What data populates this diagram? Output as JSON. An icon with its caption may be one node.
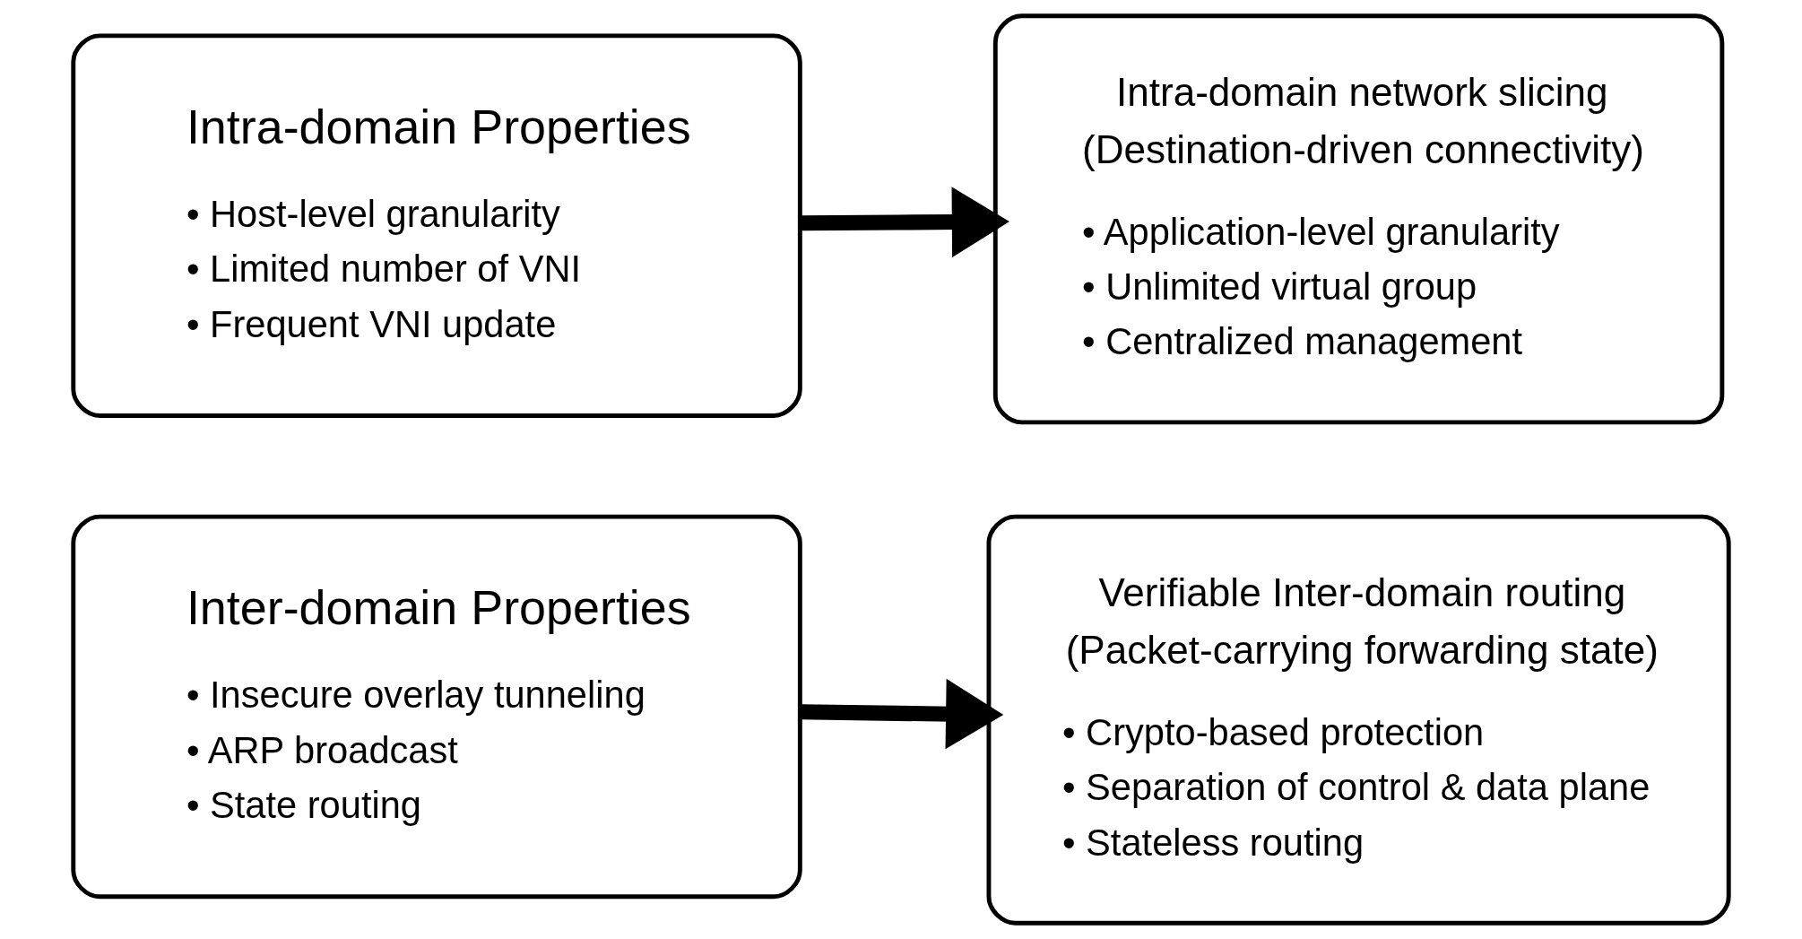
{
  "diagram": {
    "nodes": [
      {
        "text": [
          "Intra-domain Properties",
          "• Host-level granularity",
          "• Limited number of VNI",
          "• Frequent VNI update"
        ]
      },
      {
        "text": [
          "Intra-domain network slicing",
          "(Destination-driven connectivity)",
          "• Application-level granularity",
          "• Unlimited virtual group",
          "• Centralized management"
        ]
      },
      {
        "text": [
          "Inter-domain Properties",
          "• Insecure overlay tunneling",
          "• ARP broadcast",
          "• State routing"
        ]
      },
      {
        "text": [
          "Verifiable Inter-domain routing",
          "(Packet-carrying forwarding state)",
          "• Crypto-based protection",
          "• Separation of control & data plane",
          "• Stateless routing"
        ]
      }
    ],
    "edges": [
      {
        "from": 0,
        "to": 1,
        "arrow": "to"
      },
      {
        "from": 2,
        "to": 3,
        "arrow": "to"
      }
    ]
  }
}
